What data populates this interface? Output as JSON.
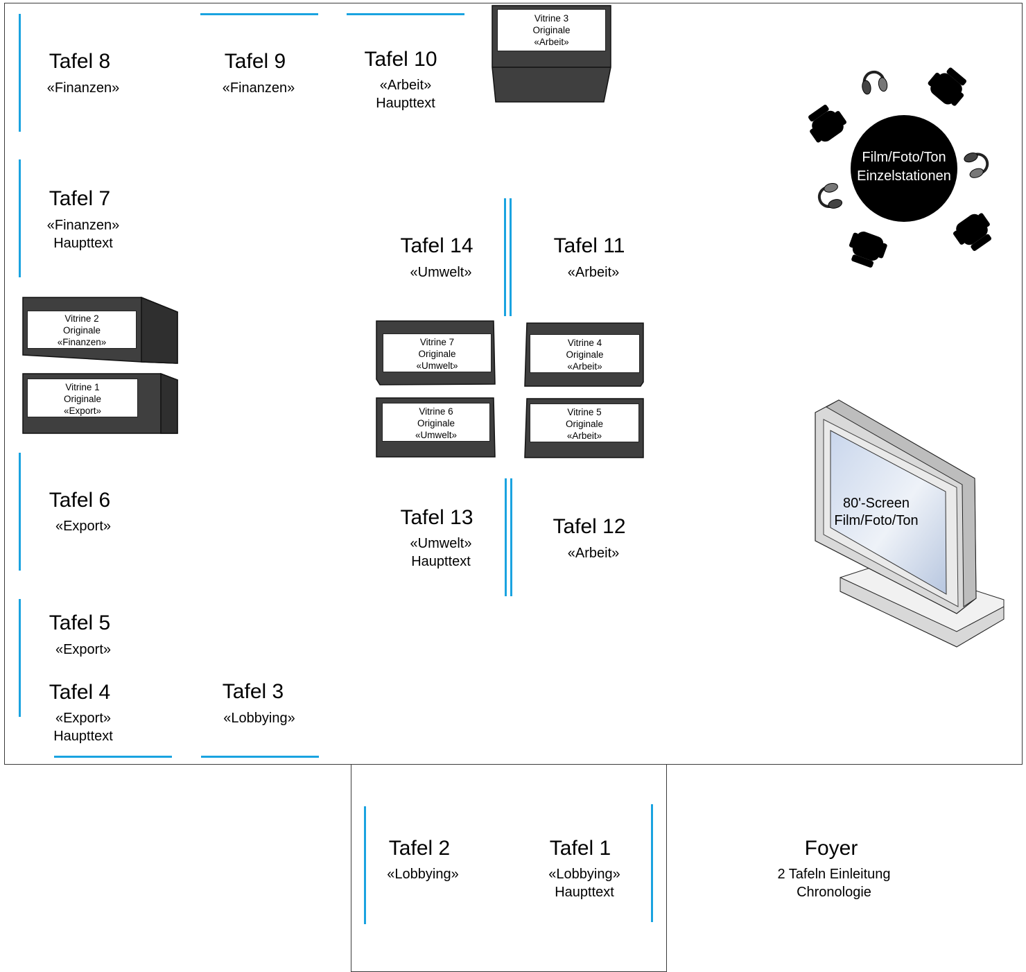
{
  "tafeln": {
    "t8": {
      "title": "Tafel 8",
      "topic": "«Finanzen»"
    },
    "t9": {
      "title": "Tafel 9",
      "topic": "«Finanzen»"
    },
    "t10": {
      "title": "Tafel 10",
      "topic": "«Arbeit»",
      "note": "Haupttext"
    },
    "t7": {
      "title": "Tafel 7",
      "topic": "«Finanzen»",
      "note": "Haupttext"
    },
    "t14": {
      "title": "Tafel 14",
      "topic": "«Umwelt»"
    },
    "t11": {
      "title": "Tafel 11",
      "topic": "«Arbeit»"
    },
    "t6": {
      "title": "Tafel 6",
      "topic": "«Export»"
    },
    "t13": {
      "title": "Tafel 13",
      "topic": "«Umwelt»",
      "note": "Haupttext"
    },
    "t12": {
      "title": "Tafel 12",
      "topic": "«Arbeit»"
    },
    "t5": {
      "title": "Tafel 5",
      "topic": "«Export»"
    },
    "t4": {
      "title": "Tafel 4",
      "topic": "«Export»",
      "note": "Haupttext"
    },
    "t3": {
      "title": "Tafel 3",
      "topic": "«Lobbying»"
    },
    "t2": {
      "title": "Tafel 2",
      "topic": "«Lobbying»"
    },
    "t1": {
      "title": "Tafel 1",
      "topic": "«Lobbying»",
      "note": "Haupttext"
    }
  },
  "vitrinen": {
    "v1": {
      "name": "Vitrine 1",
      "kind": "Originale",
      "topic": "«Export»"
    },
    "v2": {
      "name": "Vitrine 2",
      "kind": "Originale",
      "topic": "«Finanzen»"
    },
    "v3": {
      "name": "Vitrine 3",
      "kind": "Originale",
      "topic": "«Arbeit»"
    },
    "v4": {
      "name": "Vitrine 4",
      "kind": "Originale",
      "topic": "«Arbeit»"
    },
    "v5": {
      "name": "Vitrine 5",
      "kind": "Originale",
      "topic": "«Arbeit»"
    },
    "v6": {
      "name": "Vitrine 6",
      "kind": "Originale",
      "topic": "«Umwelt»"
    },
    "v7": {
      "name": "Vitrine 7",
      "kind": "Originale",
      "topic": "«Umwelt»"
    }
  },
  "stations": {
    "line1": "Film/Foto/Ton",
    "line2": "Einzelstationen"
  },
  "screen": {
    "line1": "80'-Screen",
    "line2": "Film/Foto/Ton"
  },
  "foyer": {
    "title": "Foyer",
    "line1": "2 Tafeln Einleitung",
    "line2": "Chronologie"
  },
  "colors": {
    "panel_line": "#1aa3e0",
    "vitrine_body": "#3f3f3f",
    "station_table": "#000000"
  }
}
